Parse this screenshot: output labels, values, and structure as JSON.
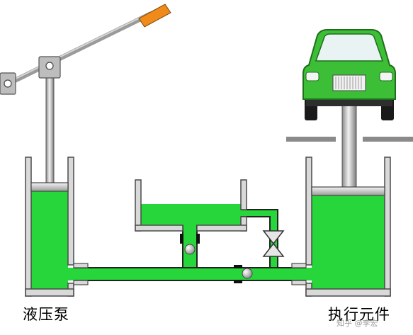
{
  "labels": {
    "pump": "液压泵",
    "actuator": "执行元件"
  },
  "watermark": "知乎 @李宏",
  "colors": {
    "fluid": "#27d63a",
    "car_body": "#3cbf36",
    "wall_fill": "#d9d9d9",
    "wall_stroke": "#4a4a4a",
    "handle_grip": "#f08a18",
    "background": "#ffffff"
  }
}
